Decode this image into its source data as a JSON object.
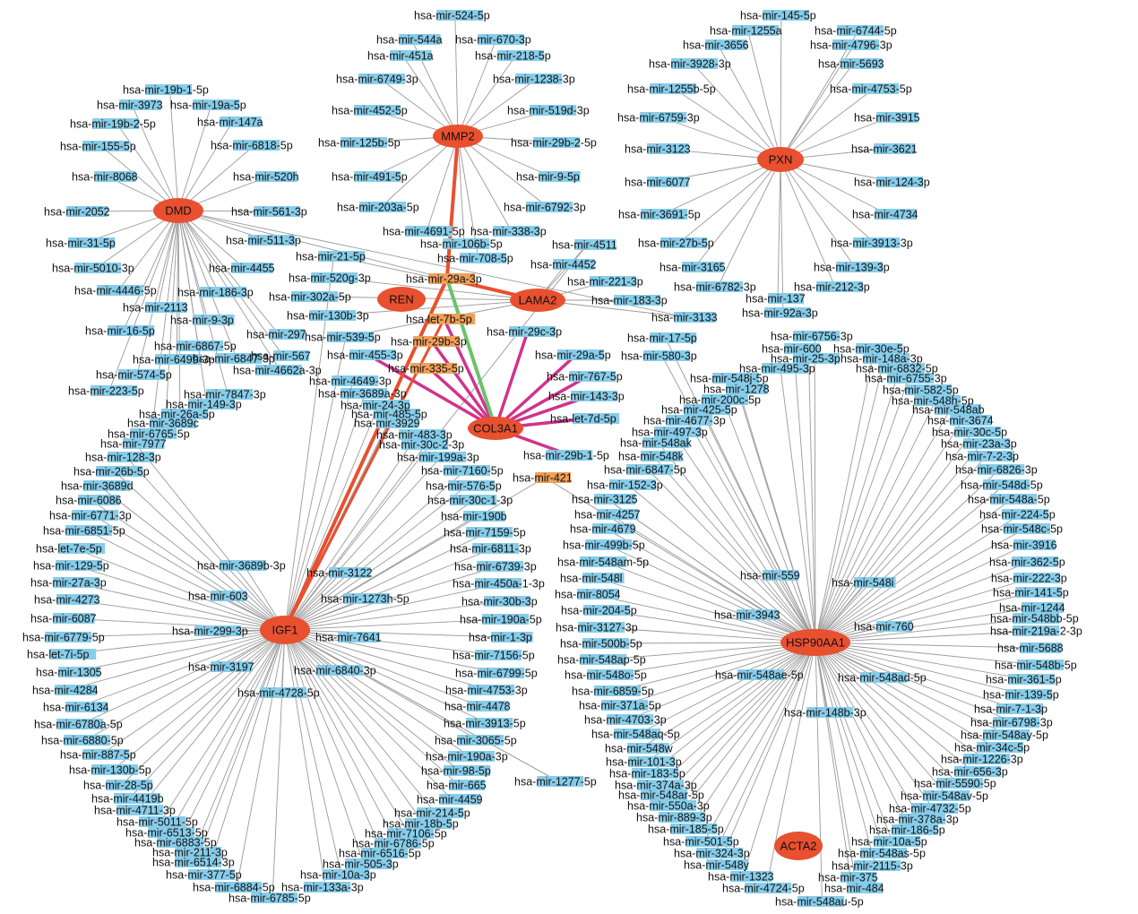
{
  "hubs": [
    {
      "id": "MMP2",
      "label": "MMP2"
    },
    {
      "id": "PXN",
      "label": "PXN"
    },
    {
      "id": "DMD",
      "label": "DMD"
    },
    {
      "id": "REN",
      "label": "REN"
    },
    {
      "id": "LAMA2",
      "label": "LAMA2"
    },
    {
      "id": "COL3A1",
      "label": "COL3A1"
    },
    {
      "id": "IGF1",
      "label": "IGF1"
    },
    {
      "id": "HSP90AA1",
      "label": "HSP90AA1"
    },
    {
      "id": "ACTA2",
      "label": "ACTA2"
    }
  ],
  "mirnas": {
    "MMP2": [
      "hsa-mir-524-5p",
      "hsa-mir-544a",
      "hsa-mir-670-3p",
      "hsa-mir-451a",
      "hsa-mir-218-5p",
      "hsa-mir-6749-3p",
      "hsa-mir-1238-3p",
      "hsa-mir-452-5p",
      "hsa-mir-519d-3p",
      "hsa-mir-125b-5p",
      "hsa-mir-29b-2-5p",
      "hsa-mir-491-5p",
      "hsa-mir-9-5p",
      "hsa-mir-203a-5p",
      "hsa-mir-6792-3p",
      "hsa-mir-4691-5p",
      "hsa-mir-338-3p",
      "hsa-mir-106b-5p",
      "hsa-mir-708-5p"
    ],
    "PXN": [
      "hsa-mir-145-5p",
      "hsa-mir-1255a",
      "hsa-mir-6744-5p",
      "hsa-mir-3656",
      "hsa-mir-4796-3p",
      "hsa-mir-3928-3p",
      "hsa-mir-5693",
      "hsa-mir-1255b-5p",
      "hsa-mir-4753-5p",
      "hsa-mir-6759-3p",
      "hsa-mir-3915",
      "hsa-mir-3123",
      "hsa-mir-3621",
      "hsa-mir-6077",
      "hsa-mir-124-3p",
      "hsa-mir-3691-5p",
      "hsa-mir-4734",
      "hsa-mir-27b-5p",
      "hsa-mir-3913-3p",
      "hsa-mir-3165",
      "hsa-mir-139-3p",
      "hsa-mir-6782-3p",
      "hsa-mir-212-3p",
      "hsa-mir-137",
      "hsa-mir-92a-3p"
    ],
    "DMD": [
      "hsa-mir-19b-1-5p",
      "hsa-mir-3973",
      "hsa-mir-19a-5p",
      "hsa-mir-19b-2-5p",
      "hsa-mir-147a",
      "hsa-mir-155-5p",
      "hsa-mir-6818-5p",
      "hsa-mir-8068",
      "hsa-mir-520h",
      "hsa-mir-2052",
      "hsa-mir-561-3p",
      "hsa-mir-31-5p",
      "hsa-mir-511-3p",
      "hsa-mir-5010-3p",
      "hsa-mir-4455",
      "hsa-mir-4446-5p",
      "hsa-mir-186-3p",
      "hsa-mir-2113",
      "hsa-mir-9-3p",
      "hsa-mir-16-5p",
      "hsa-mir-297",
      "hsa-mir-6867-5p",
      "hsa-mir-6499-3p",
      "hsa-mir-567",
      "hsa-mir-574-5p",
      "hsa-mir-6847-3p",
      "hsa-mir-4662a-3p",
      "hsa-mir-223-5p",
      "hsa-mir-7847-3p",
      "hsa-mir-149-3p",
      "hsa-mir-26a-5p",
      "hsa-mir-3689c",
      "hsa-mir-6765-5p"
    ],
    "LAMA2": [
      "hsa-mir-21-5p",
      "hsa-mir-520g-3p",
      "hsa-mir-302a-5p",
      "hsa-mir-130b-3p",
      "hsa-mir-539-5p",
      "hsa-mir-4511",
      "hsa-mir-4452",
      "hsa-mir-221-3p",
      "hsa-mir-183-3p",
      "hsa-mir-3133"
    ],
    "COL3A1": [
      "hsa-mir-29c-3p",
      "hsa-mir-29a-5p",
      "hsa-mir-767-5p",
      "hsa-mir-143-3p",
      "hsa-let-7d-5p",
      "hsa-mir-29b-1-5p",
      "hsa-mir-455-3p"
    ],
    "IGF1": [
      "hsa-mir-4649-3p",
      "hsa-mir-3689a-3p",
      "hsa-mir-24-3p",
      "hsa-mir-485-5p",
      "hsa-mir-3929",
      "hsa-mir-483-3p",
      "hsa-mir-30c-2-3p",
      "hsa-mir-199a-3p",
      "hsa-mir-7160-5p",
      "hsa-mir-576-5p",
      "hsa-mir-30c-1-3p",
      "hsa-mir-190b",
      "hsa-mir-7159-5p",
      "hsa-mir-6811-3p",
      "hsa-mir-6739-3p",
      "hsa-mir-450a-1-3p",
      "hsa-mir-30b-3p",
      "hsa-mir-190a-5p",
      "hsa-mir-1-3p",
      "hsa-mir-7156-5p",
      "hsa-mir-6799-5p",
      "hsa-mir-4753-3p",
      "hsa-mir-4478",
      "hsa-mir-3913-5p",
      "hsa-mir-3065-5p",
      "hsa-mir-190a-3p",
      "hsa-mir-98-5p",
      "hsa-mir-665",
      "hsa-mir-4459",
      "hsa-mir-214-5p",
      "hsa-mir-18b-5p",
      "hsa-mir-7106-5p",
      "hsa-mir-6786-5p",
      "hsa-mir-6516-5p",
      "hsa-mir-505-3p",
      "hsa-mir-10a-3p",
      "hsa-mir-133a-3p",
      "hsa-mir-6785-5p",
      "hsa-mir-6884-5p",
      "hsa-mir-377-5p",
      "hsa-mir-6514-3p",
      "hsa-mir-211-3p",
      "hsa-mir-6883-5p",
      "hsa-mir-6513-5p",
      "hsa-mir-5011-5p",
      "hsa-mir-4711-3p",
      "hsa-mir-4419b",
      "hsa-mir-28-5p",
      "hsa-mir-130b-5p",
      "hsa-mir-887-5p",
      "hsa-mir-6880-5p",
      "hsa-mir-6780a-5p",
      "hsa-mir-6134",
      "hsa-mir-4284",
      "hsa-mir-1305",
      "hsa-let-7i-5p",
      "hsa-mir-6779-5p",
      "hsa-mir-6087",
      "hsa-mir-4273",
      "hsa-mir-27a-3p",
      "hsa-mir-129-5p",
      "hsa-let-7e-5p",
      "hsa-mir-6851-5p",
      "hsa-mir-6771-3p",
      "hsa-mir-6086",
      "hsa-mir-3689d",
      "hsa-mir-26b-5p",
      "hsa-mir-128-3p",
      "hsa-mir-7977",
      "hsa-mir-3689b-3p",
      "hsa-mir-603",
      "hsa-mir-3122",
      "hsa-mir-1273h-5p",
      "hsa-mir-299-3p",
      "hsa-mir-7641",
      "hsa-mir-3197",
      "hsa-mir-6840-3p",
      "hsa-mir-4728-5p",
      "hsa-mir-1277-5p"
    ],
    "HSP90AA1": [
      "hsa-mir-6756-3p",
      "hsa-mir-600",
      "hsa-mir-30e-5p",
      "hsa-mir-25-3p",
      "hsa-mir-148a-3p",
      "hsa-mir-495-3p",
      "hsa-mir-6832-5p",
      "hsa-mir-548j-5p",
      "hsa-mir-6755-3p",
      "hsa-mir-1278",
      "hsa-mir-582-5p",
      "hsa-mir-200c-5p",
      "hsa-mir-548h-5p",
      "hsa-mir-425-5p",
      "hsa-mir-548ab",
      "hsa-mir-4677-3p",
      "hsa-mir-3674",
      "hsa-mir-497-3p",
      "hsa-mir-30c-5p",
      "hsa-mir-548ak",
      "hsa-mir-23a-3p",
      "hsa-mir-548k",
      "hsa-mir-7-2-3p",
      "hsa-mir-6847-5p",
      "hsa-mir-6826-3p",
      "hsa-mir-152-3p",
      "hsa-mir-548d-5p",
      "hsa-mir-3125",
      "hsa-mir-548a-5p",
      "hsa-mir-4257",
      "hsa-mir-224-5p",
      "hsa-mir-4679",
      "hsa-mir-548c-5p",
      "hsa-mir-499b-5p",
      "hsa-mir-3916",
      "hsa-mir-548am-5p",
      "hsa-mir-362-5p",
      "hsa-mir-548l",
      "hsa-mir-222-3p",
      "hsa-mir-559",
      "hsa-mir-548i",
      "hsa-mir-141-5p",
      "hsa-mir-8054",
      "hsa-mir-1244",
      "hsa-mir-204-5p",
      "hsa-mir-3943",
      "hsa-mir-548bb-5p",
      "hsa-mir-3127-3p",
      "hsa-mir-219a-2-3p",
      "hsa-mir-760",
      "hsa-mir-500b-5p",
      "hsa-mir-5688",
      "hsa-mir-548ap-5p",
      "hsa-mir-548b-5p",
      "hsa-mir-548o-5p",
      "hsa-mir-548ae-5p",
      "hsa-mir-548ad-5p",
      "hsa-mir-361-5p",
      "hsa-mir-6859-5p",
      "hsa-mir-139-5p",
      "hsa-mir-371a-5p",
      "hsa-mir-148b-3p",
      "hsa-mir-7-1-3p",
      "hsa-mir-4703-3p",
      "hsa-mir-6798-3p",
      "hsa-mir-548aq-5p",
      "hsa-mir-548ay-5p",
      "hsa-mir-548w",
      "hsa-mir-34c-5p",
      "hsa-mir-101-3p",
      "hsa-mir-1226-3p",
      "hsa-mir-183-5p",
      "hsa-mir-656-3p",
      "hsa-mir-374a-3p",
      "hsa-mir-5590-5p",
      "hsa-mir-548ar-5p",
      "hsa-mir-548av-5p",
      "hsa-mir-550a-3p",
      "hsa-mir-4732-5p",
      "hsa-mir-889-3p",
      "hsa-mir-378a-3p",
      "hsa-mir-185-5p",
      "hsa-mir-186-5p",
      "hsa-mir-501-5p",
      "hsa-mir-10a-5p",
      "hsa-mir-324-3p",
      "hsa-mir-548as-5p",
      "hsa-mir-548y",
      "hsa-mir-2115-3p",
      "hsa-mir-1323",
      "hsa-mir-375",
      "hsa-mir-4724-5p",
      "hsa-mir-484",
      "hsa-mir-548au-5p"
    ],
    "SHARED": [
      "hsa-mir-29a-3p",
      "hsa-let-7b-5p",
      "hsa-mir-29b-3p",
      "hsa-mir-335-5p",
      "hsa-mir-421"
    ]
  },
  "legend_colors": {
    "hub_fill": "#e8502f",
    "mirna_highlight": "#87cdea",
    "shared_mirna_highlight": "#f0a05a",
    "edge_default": "#9a9a9a",
    "edge_strong_red": "#e8502f",
    "edge_magenta": "#d0338c",
    "edge_green": "#6cc26c"
  }
}
